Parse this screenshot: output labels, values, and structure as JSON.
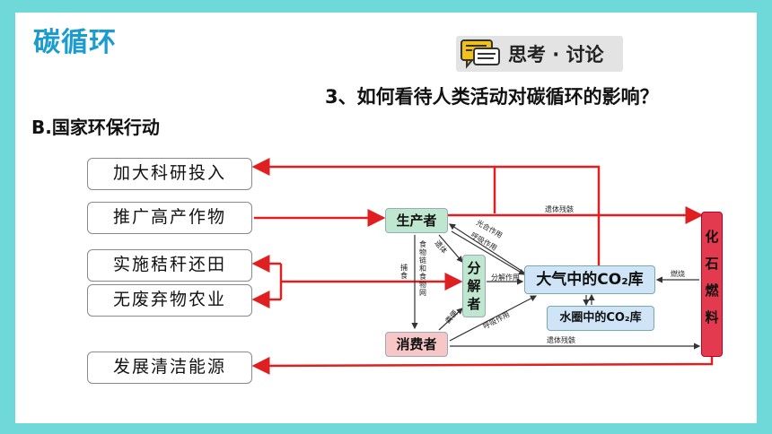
{
  "title": "碳循环",
  "think": {
    "label": "思考 · 讨论"
  },
  "question": "3、如何看待人类活动对碳循环的影响？",
  "subtitle": "B.国家环保行动",
  "actions": [
    "加大科研投入",
    "推广高产作物",
    "实施秸秆还田",
    "无废弃物农业",
    "发展清洁能源"
  ],
  "diagram": {
    "producer": "生产者",
    "consumer": "消费者",
    "decomposer": "分解者",
    "atmosphere": "大气中的CO₂库",
    "water": "水圈中的CO₂库",
    "fossil": "化石燃料",
    "edges": {
      "photosynthesis": "光合作用",
      "respiration": "呼吸作用",
      "remains": "遗体残骸",
      "decomposition": "分解作用",
      "combustion": "燃烧",
      "remains2": "遗体",
      "feces": "粪便",
      "predation": "捕食",
      "food_chain": "食物链和食物网",
      "respiration2": "呼吸作用",
      "remains3": "遗体残骸"
    }
  },
  "colors": {
    "accent": "#1a9ccf",
    "arrow_red": "#e02020",
    "fossil": "#e43a4f"
  }
}
